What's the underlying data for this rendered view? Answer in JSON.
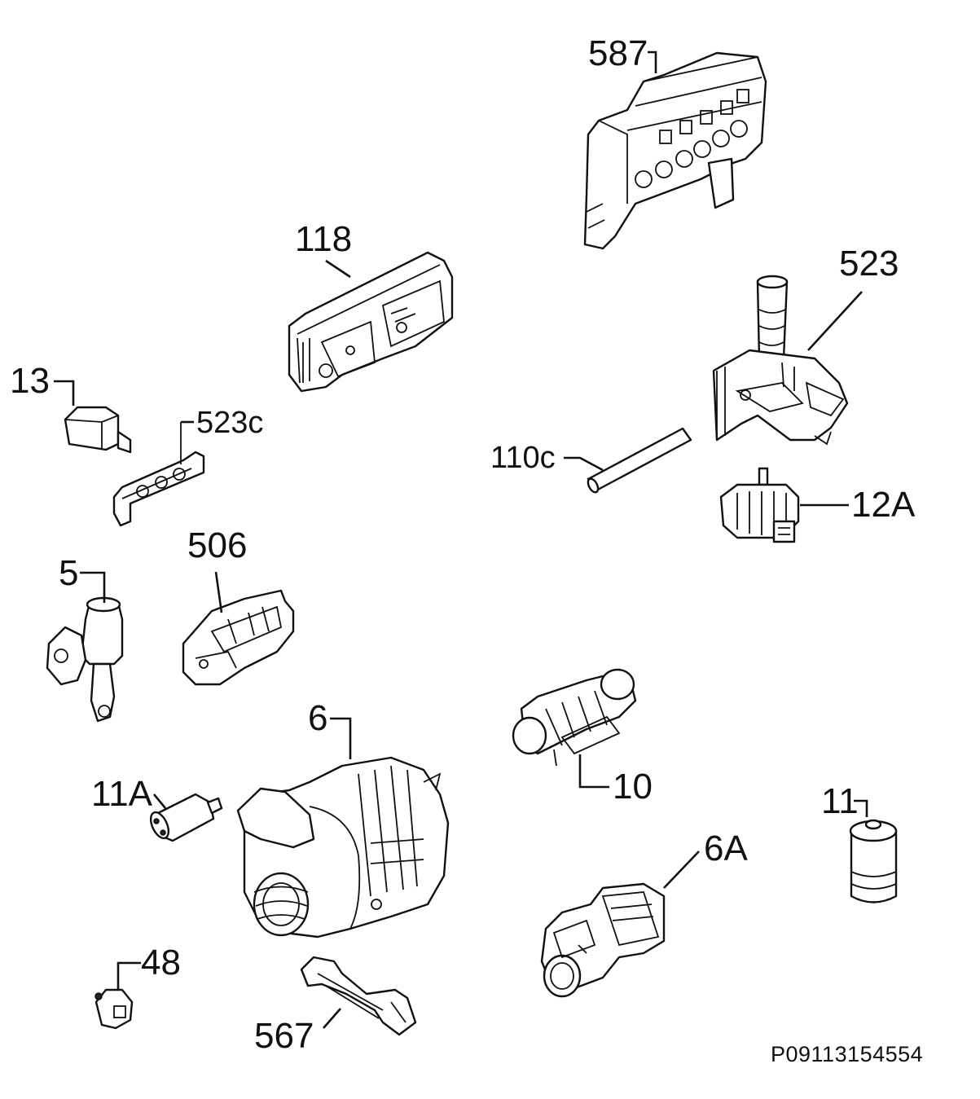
{
  "diagram": {
    "reference": "P09113154554",
    "parts": [
      {
        "id": "587",
        "label": "587"
      },
      {
        "id": "118",
        "label": "118"
      },
      {
        "id": "523",
        "label": "523"
      },
      {
        "id": "13",
        "label": "13"
      },
      {
        "id": "523c",
        "label": "523c"
      },
      {
        "id": "110c",
        "label": "110c"
      },
      {
        "id": "12A",
        "label": "12A"
      },
      {
        "id": "5",
        "label": "5"
      },
      {
        "id": "506",
        "label": "506"
      },
      {
        "id": "6",
        "label": "6"
      },
      {
        "id": "10",
        "label": "10"
      },
      {
        "id": "11A",
        "label": "11A"
      },
      {
        "id": "11",
        "label": "11"
      },
      {
        "id": "6A",
        "label": "6A"
      },
      {
        "id": "48",
        "label": "48"
      },
      {
        "id": "567",
        "label": "567"
      }
    ]
  }
}
